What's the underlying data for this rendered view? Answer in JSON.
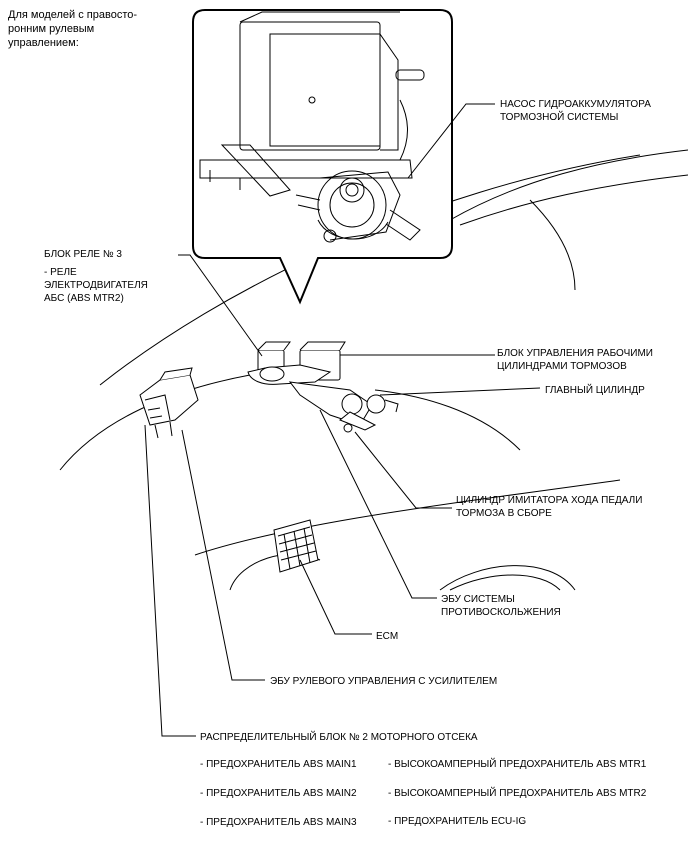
{
  "note": "Для моделей с правосто-\nронним рулевым\nуправлением:",
  "labels": {
    "accumulator_pump": "НАСОС ГИДРОАККУМУЛЯТОРА\nТОРМОЗНОЙ СИСТЕМЫ",
    "relay_block_3": "БЛОК РЕЛЕ № 3",
    "abs_motor_relay": "- РЕЛЕ\nЭЛЕКТРОДВИГАТЕЛЯ\nАБС (ABS MTR2)",
    "actuator_block": "БЛОК УПРАВЛЕНИЯ РАБОЧИМИ\nЦИЛИНДРАМИ ТОРМОЗОВ",
    "master_cylinder": "ГЛАВНЫЙ ЦИЛИНДР",
    "stroke_simulator": "ЦИЛИНДР ИМИТАТОРА ХОДА ПЕДАЛИ\nТОРМОЗА В СБОРЕ",
    "skid_control_ecu": "ЭБУ СИСТЕМЫ\nПРОТИВОСКОЛЬЖЕНИЯ",
    "ecm": "ECM",
    "eps_ecu": "ЭБУ РУЛЕВОГО УПРАВЛЕНИЯ С УСИЛИТЕЛЕМ",
    "junction_block_2": "РАСПРЕДЕЛИТЕЛЬНЫЙ БЛОК № 2 МОТОРНОГО ОТСЕКА"
  },
  "fuses_left": [
    "- ПРЕДОХРАНИТЕЛЬ ABS MAIN1",
    "- ПРЕДОХРАНИТЕЛЬ ABS MAIN2",
    "- ПРЕДОХРАНИТЕЛЬ ABS MAIN3"
  ],
  "fuses_right": [
    "- ВЫСОКОАМПЕРНЫЙ ПРЕДОХРАНИТЕЛЬ ABS MTR1",
    "- ВЫСОКОАМПЕРНЫЙ ПРЕДОХРАНИТЕЛЬ ABS MTR2",
    "- ПРЕДОХРАНИТЕЛЬ ECU-IG"
  ]
}
